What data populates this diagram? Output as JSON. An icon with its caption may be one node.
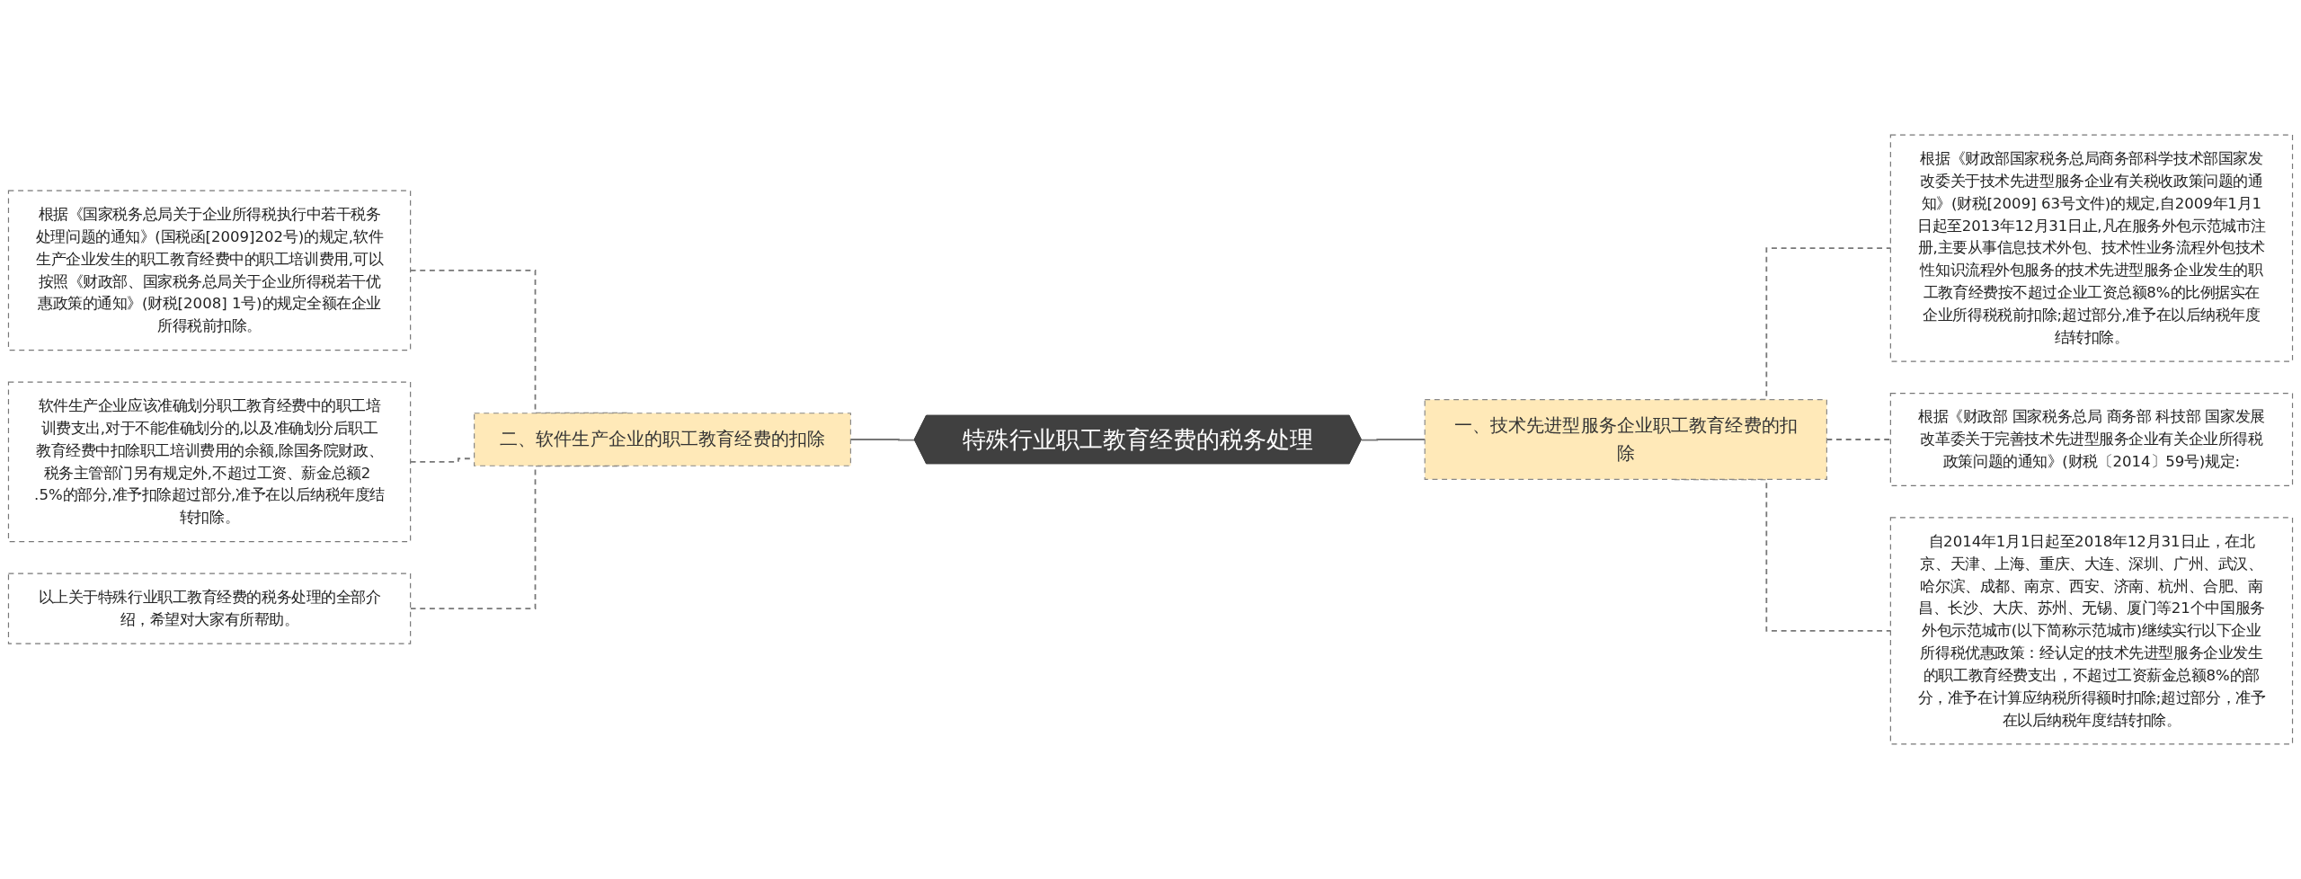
{
  "diagram": {
    "nodes": [
      {
        "text": [
          "特殊行业职工教育经费的税务处理"
        ]
      },
      {
        "text": [
          "一、技术先进型服务企业职工教育经费的扣除"
        ]
      },
      {
        "text": [
          "根据《财政部国家税务总局商务部科学技术部国家发改委关于技术先进型服务企业有关税收政策问题的通知》(财税[2009] 63号文件)的规定,自2009年1月1日起至2013年12月31日止,凡在服务外包示范城市注册,主要从事信息技术外包、技术性业务流程外包技术性知识流程外包服务的技术先进型服务企业发生的职工教育经费按不超过企业工资总额8%的比例据实在企业所得税税前扣除;超过部分,准予在以后纳税年度结转扣除。"
        ]
      },
      {
        "text": [
          "根据《财政部 国家税务总局 商务部 科技部 国家发展改革委关于完善技术先进型服务企业有关企业所得税政策问题的通知》(财税〔2014〕59号)规定:"
        ]
      },
      {
        "text": [
          "自2014年1月1日起至2018年12月31日止，在北京、天津、上海、重庆、大连、深圳、广州、武汉、哈尔滨、成都、南京、西安、济南、杭州、合肥、南昌、长沙、大庆、苏州、无锡、厦门等21个中国服务外包示范城市(以下简称示范城市)继续实行以下企业所得税优惠政策：经认定的技术先进型服务企业发生的职工教育经费支出，不超过工资薪金总额8%的部分，准予在计算应纳税所得额时扣除;超过部分，准予在以后纳税年度结转扣除。"
        ]
      },
      {
        "text": [
          "二、软件生产企业的职工教育经费的扣除"
        ]
      },
      {
        "text": [
          "根据《国家税务总局关于企业所得税执行中若干税务处理问题的通知》(国税函[2009]202号)的规定,软件生产企业发生的职工教育经费中的职工培训费用,可以按照《财政部、国家税务总局关于企业所得税若干优惠政策的通知》(财税[2008] 1号)的规定全额在企业所得税前扣除。"
        ]
      },
      {
        "text": [
          "软件生产企业应该准确划分职工教育经费中的职工培训费支出,对于不能准确划分的,以及准确划分后职工教育经费中扣除职工培训费用的余额,除国务院财政、税务主管部门另有规定外,不超过工资、薪金总额2 .5%的部分,准予扣除超过部分,准予在以后纳税年度结转扣除。"
        ]
      },
      {
        "text": [
          "以上关于特殊行业职工教育经费的税务处理的全部介绍，希望对大家有所帮助。"
        ]
      }
    ],
    "edges": [
      {
        "from": 0,
        "to": 1,
        "arrow": "none"
      },
      {
        "from": 1,
        "to": 2,
        "arrow": "none",
        "style": "dashed"
      },
      {
        "from": 1,
        "to": 3,
        "arrow": "none",
        "style": "dashed"
      },
      {
        "from": 1,
        "to": 4,
        "arrow": "none",
        "style": "dashed"
      },
      {
        "from": 5,
        "to": 0,
        "arrow": "none"
      },
      {
        "from": 6,
        "to": 5,
        "arrow": "none",
        "style": "dashed"
      },
      {
        "from": 7,
        "to": 5,
        "arrow": "none",
        "style": "dashed"
      },
      {
        "from": 8,
        "to": 5,
        "arrow": "none",
        "style": "dashed"
      }
    ]
  }
}
